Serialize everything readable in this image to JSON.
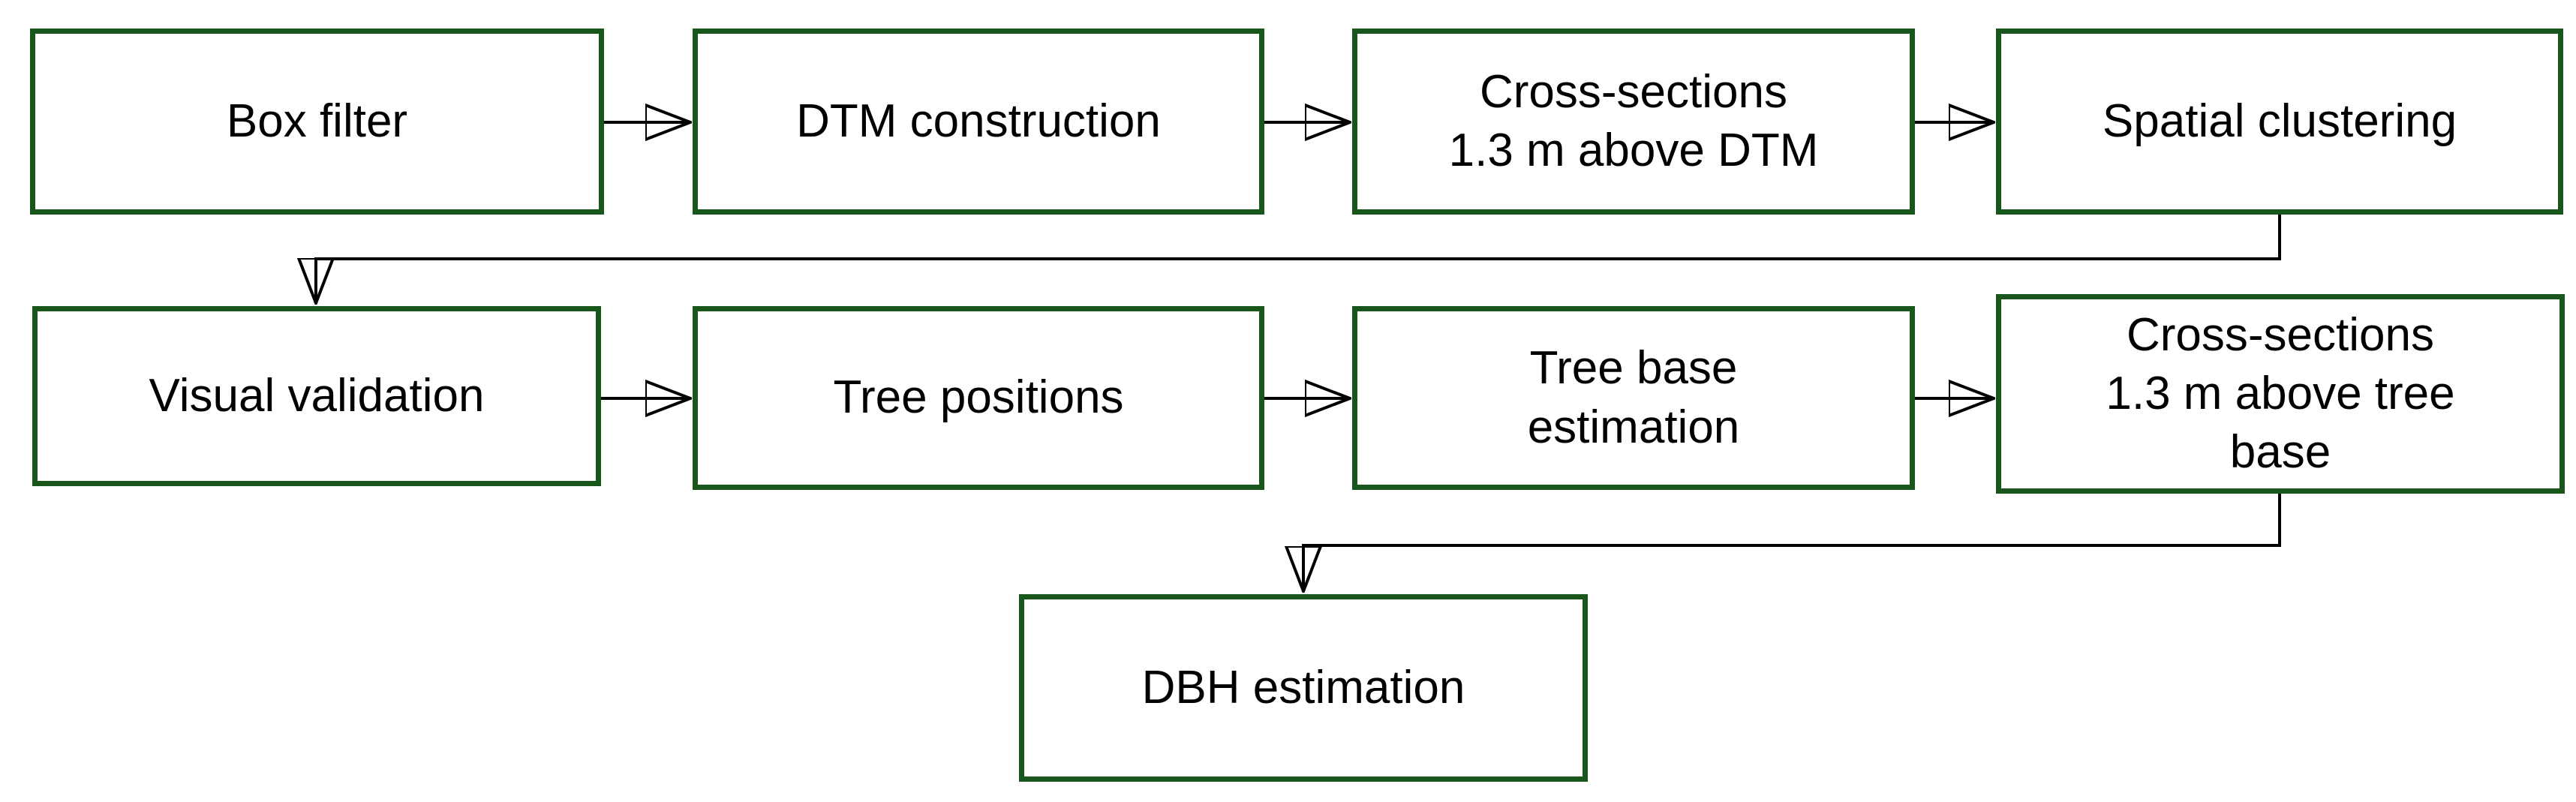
{
  "diagram": {
    "type": "flowchart",
    "colors": {
      "node_border": "#18561c",
      "node_fill": "#ffffff",
      "text": "#000000",
      "arrow": "#000000",
      "background": "#ffffff"
    },
    "nodes": [
      {
        "id": "box-filter",
        "label": "Box filter"
      },
      {
        "id": "dtm-construction",
        "label": "DTM construction"
      },
      {
        "id": "cross-sections-dtm",
        "label": [
          "Cross-sections",
          "1.3 m above DTM"
        ]
      },
      {
        "id": "spatial-clustering",
        "label": "Spatial clustering"
      },
      {
        "id": "visual-validation",
        "label": "Visual validation"
      },
      {
        "id": "tree-positions",
        "label": "Tree positions"
      },
      {
        "id": "tree-base-estimation",
        "label": [
          "Tree base",
          "estimation"
        ]
      },
      {
        "id": "cross-sections-tree-base",
        "label": [
          "Cross-sections",
          "1.3 m above tree",
          "base"
        ]
      },
      {
        "id": "dbh-estimation",
        "label": "DBH estimation"
      }
    ],
    "edges": [
      {
        "from": "box-filter",
        "to": "dtm-construction"
      },
      {
        "from": "dtm-construction",
        "to": "cross-sections-dtm"
      },
      {
        "from": "cross-sections-dtm",
        "to": "spatial-clustering"
      },
      {
        "from": "spatial-clustering",
        "to": "visual-validation"
      },
      {
        "from": "visual-validation",
        "to": "tree-positions"
      },
      {
        "from": "tree-positions",
        "to": "tree-base-estimation"
      },
      {
        "from": "tree-base-estimation",
        "to": "cross-sections-tree-base"
      },
      {
        "from": "cross-sections-tree-base",
        "to": "dbh-estimation"
      }
    ]
  }
}
